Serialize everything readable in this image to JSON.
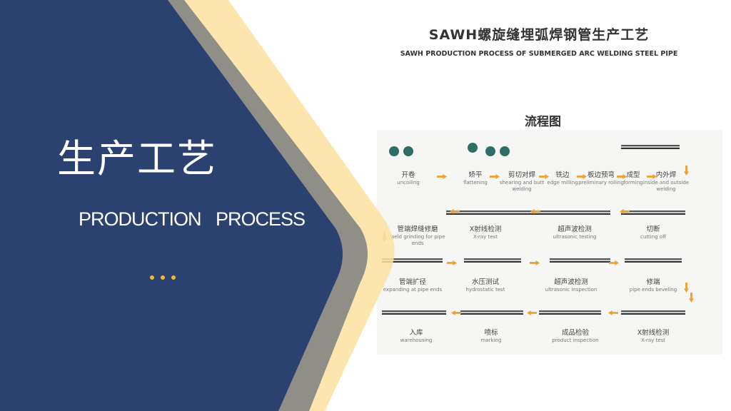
{
  "slide": {
    "title_cn": "生产工艺",
    "title_en": "PRODUCTION PROCESS",
    "colors": {
      "navy": "#2b4170",
      "gray": "#8f8f88",
      "yellow": "#fbe2a0",
      "dots": "#f5b82e",
      "arrow": "#f0a030"
    }
  },
  "diagram": {
    "title": "SAWH螺旋缝埋弧焊钢管生产工艺",
    "subtitle": "SAWH PRODUCTION PROCESS OF SUBMERGED ARC WELDING STEEL PIPE",
    "flow_title": "流程图",
    "steps": [
      {
        "cn": "开卷",
        "en": "uncoiling"
      },
      {
        "cn": "矫平",
        "en": "flattening"
      },
      {
        "cn": "剪切对焊",
        "en": "shearing and butt welding"
      },
      {
        "cn": "铣边",
        "en": "edge milling"
      },
      {
        "cn": "板边预弯",
        "en": "preliminary rolling"
      },
      {
        "cn": "成型",
        "en": "forming"
      },
      {
        "cn": "内外焊",
        "en": "inside and outside welding"
      },
      {
        "cn": "切断",
        "en": "cutting off"
      },
      {
        "cn": "超声波检测",
        "en": "ultrasonic testing"
      },
      {
        "cn": "X射线检测",
        "en": "X-ray test"
      },
      {
        "cn": "管端焊缝修磨",
        "en": "weld grinding for pipe ends"
      },
      {
        "cn": "管端扩径",
        "en": "expanding at pipe ends"
      },
      {
        "cn": "水压测试",
        "en": "hydrostatic test"
      },
      {
        "cn": "超声波检测",
        "en": "ultrasonic inspection"
      },
      {
        "cn": "修端",
        "en": "pipe ends beveling"
      },
      {
        "cn": "X射线检测",
        "en": "X-ray test"
      },
      {
        "cn": "成品检验",
        "en": "product inspection"
      },
      {
        "cn": "喷标",
        "en": "marking"
      },
      {
        "cn": "入库",
        "en": "warehousing"
      }
    ]
  }
}
